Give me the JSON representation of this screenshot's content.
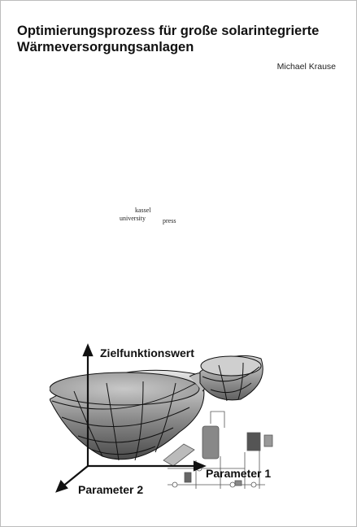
{
  "title_lines": [
    "Optimierungsprozess für große solarintegrierte",
    "Wärmeversorgungsanlagen"
  ],
  "author": "Michael Krause",
  "publisher_logo": {
    "line1": "kassel",
    "line2": "university",
    "line3": "press"
  },
  "figure": {
    "axis_z": "Zielfunktionswert",
    "axis_x": "Parameter 1",
    "axis_y": "Parameter 2"
  }
}
